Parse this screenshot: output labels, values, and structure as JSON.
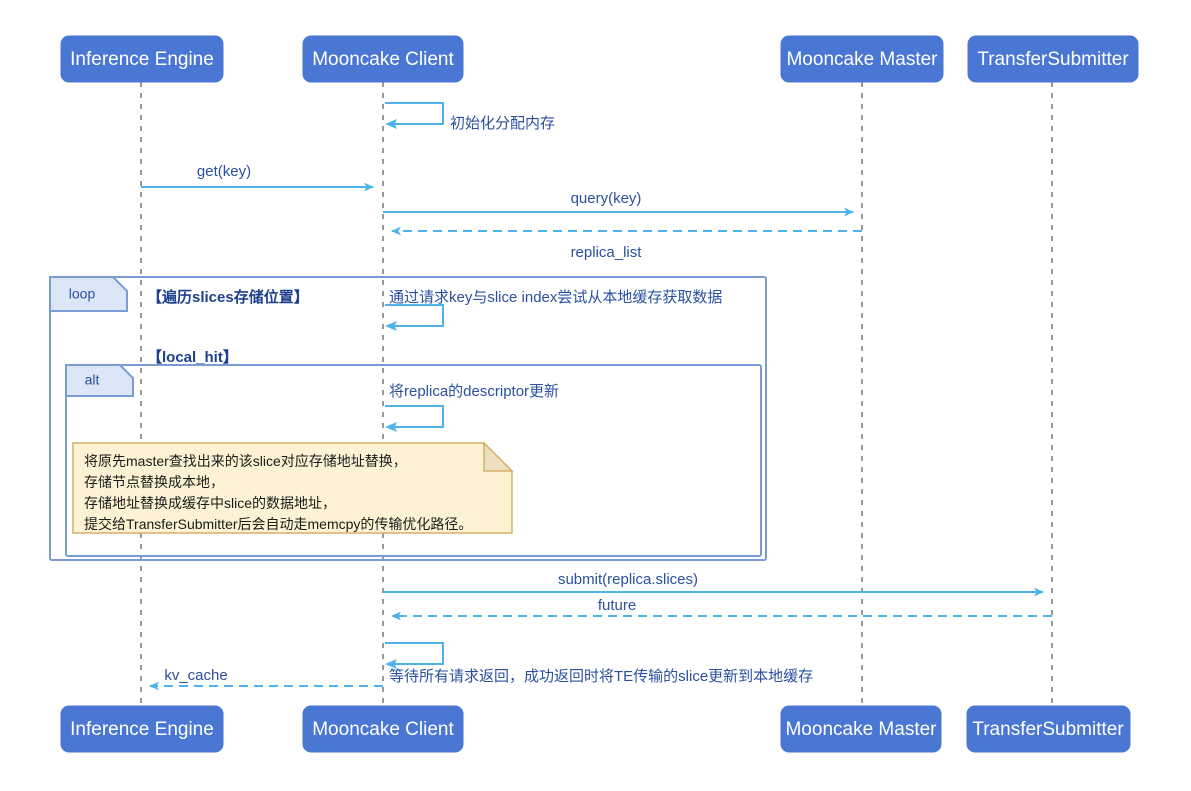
{
  "diagram": {
    "type": "sequence-diagram",
    "colors": {
      "participant_fill": "#4a77d4",
      "participant_text": "#ffffff",
      "lifeline": "#999999",
      "message_line": "#4eb3e8",
      "message_text": "#2b50a0",
      "fragment_border": "#7a9bd4",
      "fragment_tab_fill": "#dbe6f7",
      "note_fill": "#fdf3d4",
      "note_border": "#d4b169",
      "note_fold": "#ece0c0",
      "background": "#ffffff"
    },
    "participants": [
      {
        "id": "inference_engine",
        "label": "Inference Engine"
      },
      {
        "id": "mooncake_client",
        "label": "Mooncake Client"
      },
      {
        "id": "mooncake_master",
        "label": "Mooncake Master"
      },
      {
        "id": "transfer_submitter",
        "label": "TransferSubmitter"
      }
    ],
    "messages": [
      {
        "id": "m1",
        "label": "初始化分配内存",
        "kind": "self-call",
        "from": "mooncake_client",
        "to": "mooncake_client"
      },
      {
        "id": "m2",
        "label": "get(key)",
        "kind": "sync",
        "from": "inference_engine",
        "to": "mooncake_client"
      },
      {
        "id": "m3",
        "label": "query(key)",
        "kind": "sync",
        "from": "mooncake_client",
        "to": "mooncake_master"
      },
      {
        "id": "m4",
        "label": "replica_list",
        "kind": "return",
        "from": "mooncake_master",
        "to": "mooncake_client"
      },
      {
        "id": "m5",
        "label": "通过请求key与slice index尝试从本地缓存获取数据",
        "kind": "self-call",
        "from": "mooncake_client",
        "to": "mooncake_client"
      },
      {
        "id": "m6",
        "label": "将replica的descriptor更新",
        "kind": "self-call",
        "from": "mooncake_client",
        "to": "mooncake_client"
      },
      {
        "id": "m7",
        "label": "submit(replica.slices)",
        "kind": "sync",
        "from": "mooncake_client",
        "to": "transfer_submitter"
      },
      {
        "id": "m8",
        "label": "future",
        "kind": "return",
        "from": "transfer_submitter",
        "to": "mooncake_client"
      },
      {
        "id": "m9",
        "label": "等待所有请求返回，成功返回时将TE传输的slice更新到本地缓存",
        "kind": "self-call",
        "from": "mooncake_client",
        "to": "mooncake_client"
      },
      {
        "id": "m10",
        "label": "kv_cache",
        "kind": "return",
        "from": "mooncake_client",
        "to": "inference_engine"
      }
    ],
    "fragments": [
      {
        "id": "loop_frag",
        "operator": "loop",
        "condition": "【遍历slices存储位置】"
      },
      {
        "id": "alt_frag",
        "operator": "alt",
        "condition": "【local_hit】"
      }
    ],
    "note": {
      "id": "note_descriptor",
      "lines": [
        "将原先master查找出来的该slice对应存储地址替换，",
        "存储节点替换成本地，",
        "存储地址替换成缓存中slice的数据地址，",
        "提交给TransferSubmitter后会自动走memcpy的传输优化路径。"
      ]
    }
  }
}
